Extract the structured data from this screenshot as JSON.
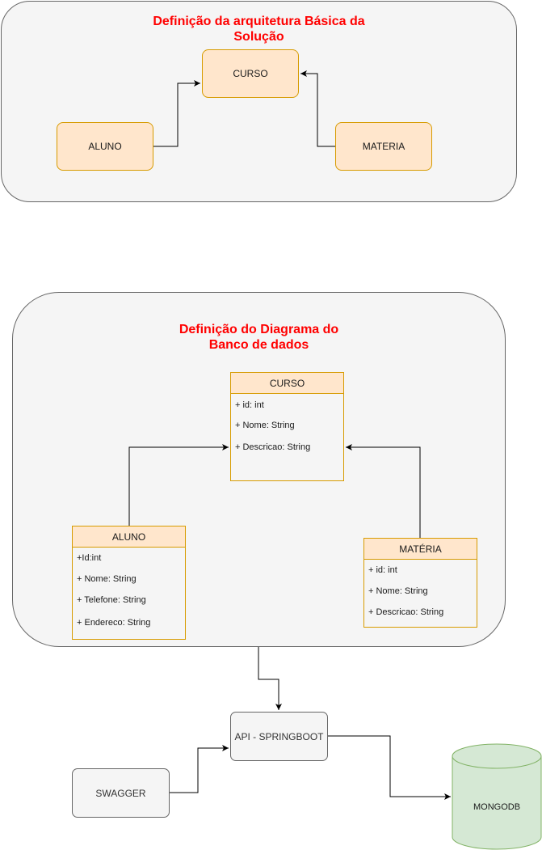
{
  "architecture": {
    "title": "Definição da arquitetura Básica da\nSolução",
    "curso": "CURSO",
    "aluno": "ALUNO",
    "materia": "MATERIA"
  },
  "database": {
    "title": "Definição do Diagrama do\nBanco de dados",
    "curso": {
      "name": "CURSO",
      "fields": [
        "+ id: int",
        "+ Nome: String",
        "+ Descricao: String"
      ]
    },
    "aluno": {
      "name": "ALUNO",
      "fields": [
        "+Id:int",
        "+ Nome: String",
        "+ Telefone: String",
        "+ Endereco: String"
      ]
    },
    "materia": {
      "name": "MATÉRIA",
      "fields": [
        "+ id: int",
        "+ Nome: String",
        "+ Descricao: String"
      ]
    }
  },
  "infra": {
    "api": "API - SPRINGBOOT",
    "swagger": "SWAGGER",
    "mongodb": "MONGODB"
  },
  "colors": {
    "title_red": "#ff0000",
    "orange_fill": "#ffe6cc",
    "orange_stroke": "#d79b00",
    "gray_fill": "#f5f5f5",
    "gray_stroke": "#666666",
    "green_fill": "#d5e8d4",
    "green_stroke": "#82b366"
  }
}
